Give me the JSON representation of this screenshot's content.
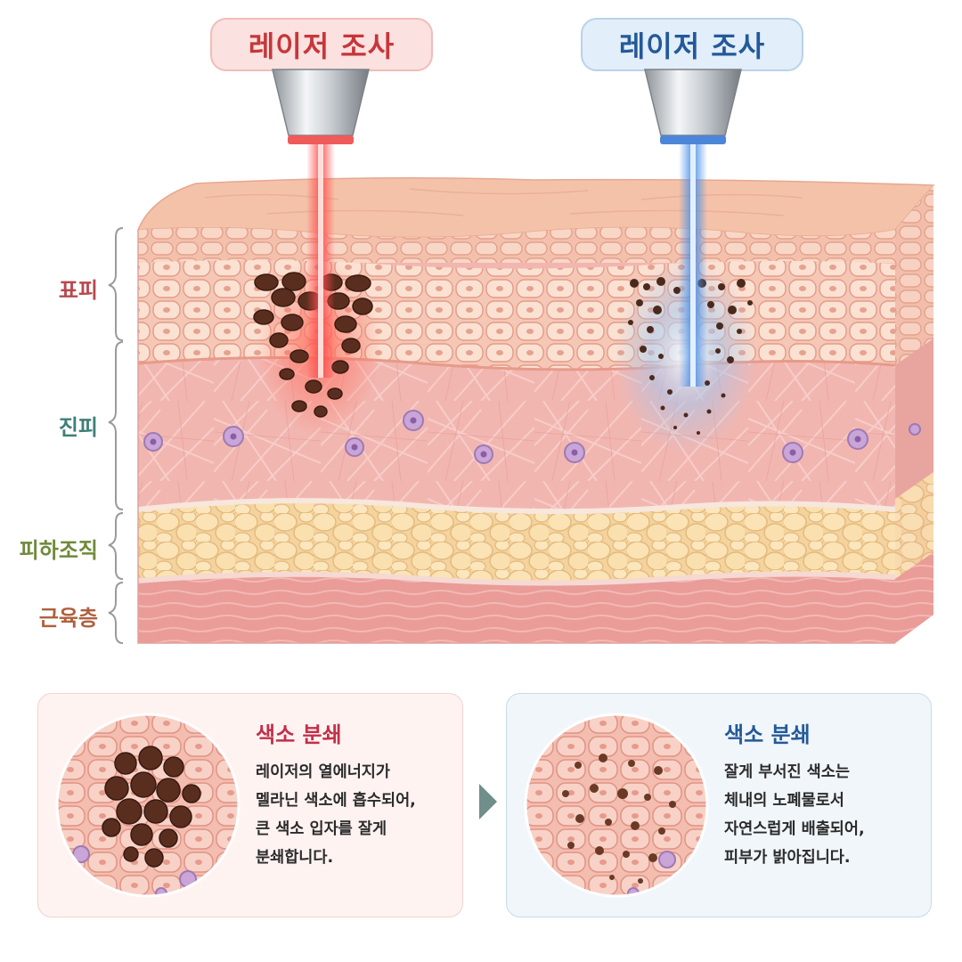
{
  "labels": {
    "left_laser": "레이저 조사",
    "right_laser": "레이저 조사"
  },
  "layers": [
    {
      "name": "표피",
      "color": "#b8484f"
    },
    {
      "name": "진피",
      "color": "#3f7f78"
    },
    {
      "name": "피하조직",
      "color": "#6f8a3a"
    },
    {
      "name": "근육층",
      "color": "#b0603e"
    }
  ],
  "colors": {
    "red_beam": "#ff4b4b",
    "blue_beam": "#4a90e8",
    "pigment": "#5a2e1f",
    "arrow": "#6f8e8c"
  },
  "cards": [
    {
      "title": "색소 분쇄",
      "lines": [
        "레이저의 열에너지가",
        "멜라닌 색소에 흡수되어,",
        "큰 색소 입자를 잘게",
        "분쇄합니다."
      ]
    },
    {
      "title": "색소 분쇄",
      "lines": [
        "잘게 부서진 색소는",
        "체내의 노폐물로서",
        "자연스럽게 배출되어,",
        "피부가 밝아집니다."
      ]
    }
  ]
}
